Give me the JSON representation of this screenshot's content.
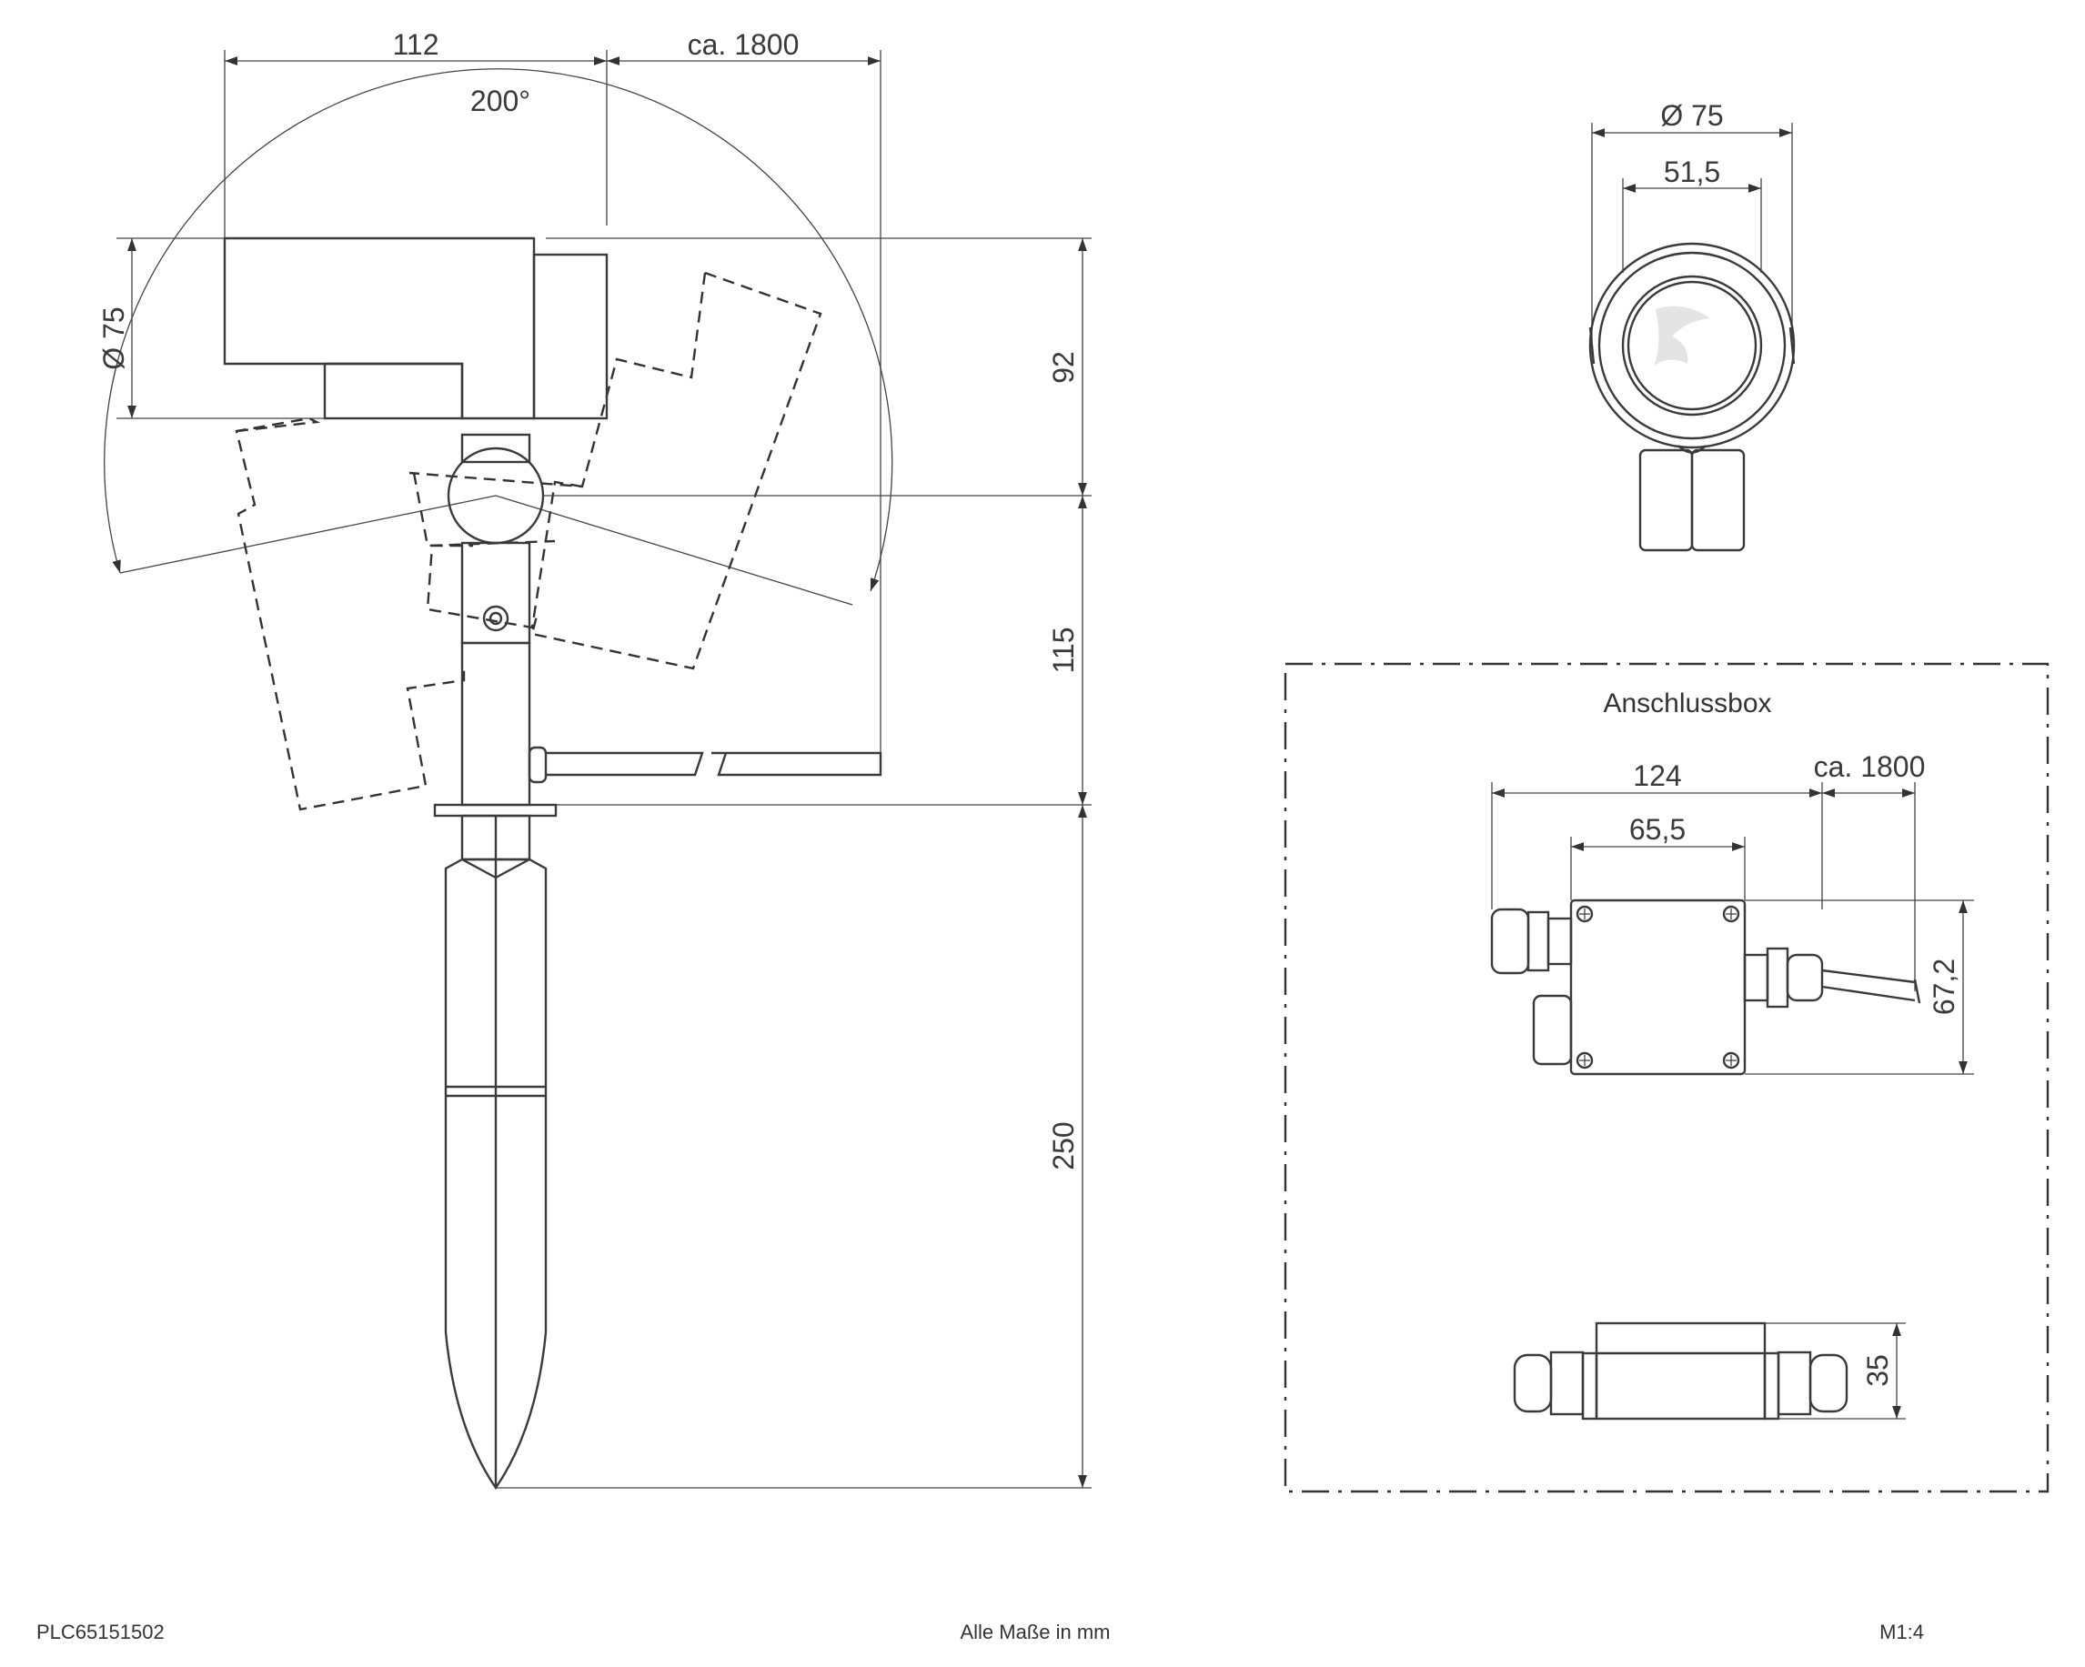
{
  "diagram": {
    "dimensions": {
      "spot_width": "112",
      "cable_length_top": "ca. 1800",
      "swivel_angle": "200°",
      "spot_diameter": "Ø 75",
      "head_height": "92",
      "neck_height": "115",
      "spike_length": "250",
      "front_outer_diameter": "Ø 75",
      "front_lens_diameter": "51,5",
      "box_length": "124",
      "box_cable_length": "ca. 1800",
      "box_inner_length": "65,5",
      "box_width": "67,2",
      "box_height": "35"
    },
    "connection_box_title": "Anschlussbox",
    "footer": {
      "article_number": "PLC65151502",
      "units_note": "Alle Maße in mm",
      "scale": "M1:4"
    }
  }
}
